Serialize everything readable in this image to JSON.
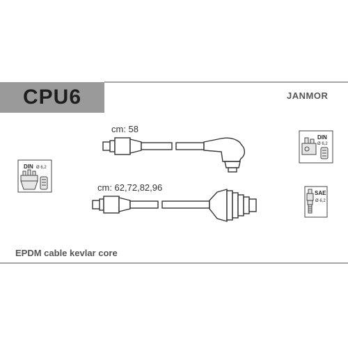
{
  "product": {
    "code": "CPU6",
    "brand": "JANMOR"
  },
  "cables": [
    {
      "length_label": "cm: 58"
    },
    {
      "length_label": "cm: 62,72,82,96"
    }
  ],
  "standards": {
    "distributor": {
      "din_label": "DIN",
      "thread": "Ø 6,2"
    },
    "coil": {
      "din_label": "DIN",
      "thread": "Ø 6,2"
    },
    "plug": {
      "sae_label": "SAE",
      "thread": "Ø 6,2"
    }
  },
  "footer": {
    "material": "EPDM cable kevlar core"
  },
  "colors": {
    "header_bar": "#9a9a9a",
    "line": "#3a3a3a",
    "badge_fill": "#e6e6e6"
  }
}
